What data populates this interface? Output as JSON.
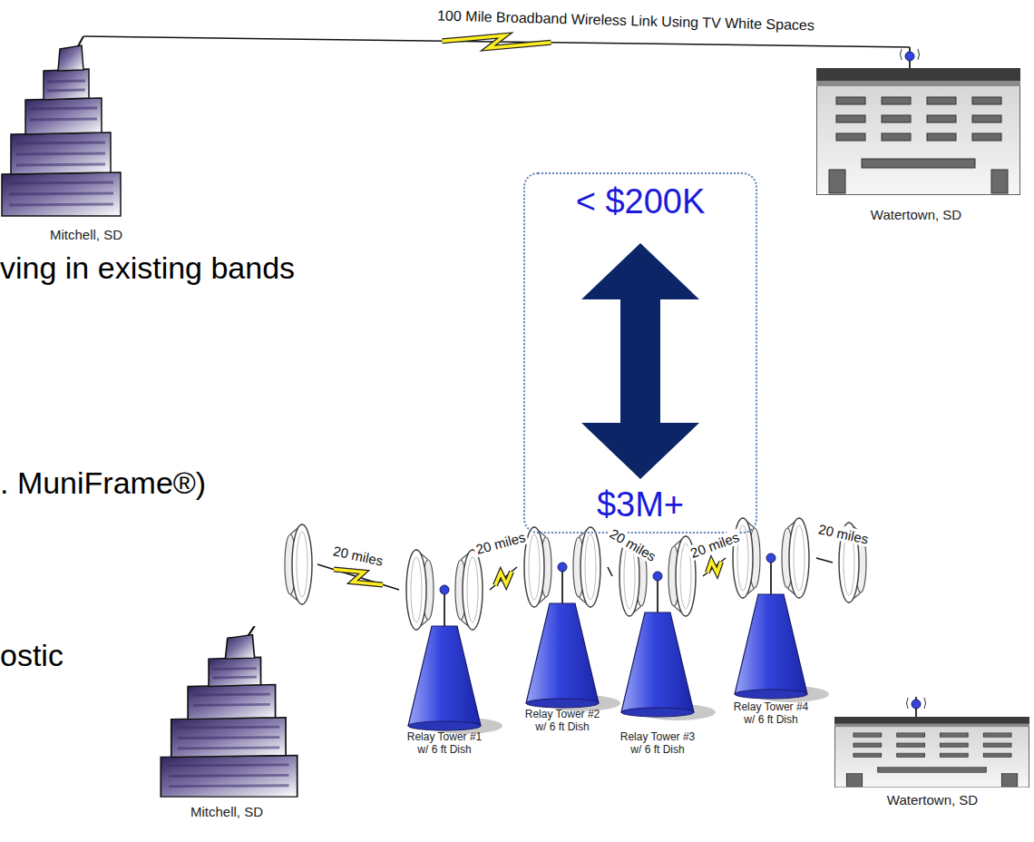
{
  "diagram": {
    "nodes": [
      {
        "text": [
          "Mitchell, SD"
        ]
      },
      {
        "text": [
          "Watertown, SD"
        ]
      },
      {
        "text": [
          "< $200K",
          "$3M+"
        ]
      },
      {
        "text": [
          "Mitchell, SD"
        ]
      },
      {
        "text": [
          "Relay Tower #1 w/ 6 ft Dish"
        ]
      },
      {
        "text": [
          "Relay Tower #2 w/ 6 ft Dish"
        ]
      },
      {
        "text": [
          "Relay Tower #3 w/ 6 ft Dish"
        ]
      },
      {
        "text": [
          "Relay Tower #4 w/ 6 ft Dish"
        ]
      },
      {
        "text": [
          "Watertown, SD"
        ]
      }
    ],
    "edges": [
      {
        "from": 0,
        "to": 1,
        "label": "100 Mile Broadband Wireless Link Using TV White Spaces",
        "arrow": "none"
      },
      {
        "from": 3,
        "to": 4,
        "label": "20 miles",
        "arrow": "none"
      },
      {
        "from": 4,
        "to": 5,
        "label": "20 miles",
        "arrow": "none"
      },
      {
        "from": 5,
        "to": 6,
        "label": "20 miles",
        "arrow": "none"
      },
      {
        "from": 6,
        "to": 7,
        "label": "20 miles",
        "arrow": "none"
      },
      {
        "from": 7,
        "to": 8,
        "label": "20 miles",
        "arrow": "none"
      }
    ],
    "labels": [
      "ving in existing bands",
      ". MuniFrame®)",
      "ostic"
    ]
  }
}
